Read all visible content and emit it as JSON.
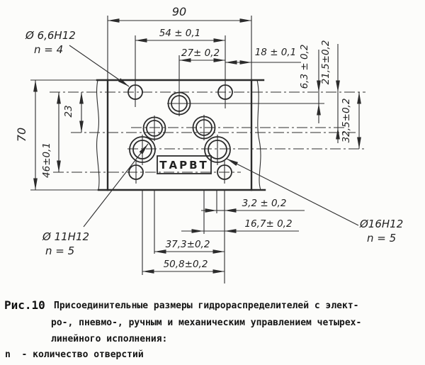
{
  "drawing": {
    "marking": "ТАРВТ",
    "labels": {
      "bolt_dia": "Ø 6,6H12",
      "bolt_n": "n = 4",
      "port11_dia": "Ø 11H12",
      "port11_n": "n = 5",
      "port16_dia": "Ø16H12",
      "port16_n": "n = 5"
    },
    "dims": {
      "d90": "90",
      "d54": "54 ± 0,1",
      "d27": "27± 0,2",
      "d18": "18 ± 0,1",
      "d70": "70",
      "d46": "46±0,1",
      "d23": "23",
      "d63": "6,3 ± 0,2",
      "d215": "21,5±0,2",
      "d325": "32,5±0,2",
      "d32": "3,2 ± 0,2",
      "d167": "16,7± 0,2",
      "d373": "37,3±0,2",
      "d508": "50,8±0,2"
    }
  },
  "caption": {
    "fig": "Рис.10",
    "line1": "Присоединительные размеры гидрораспределителей с элект-",
    "line2": "ро-, пневмо-, ручным и механическим управлением четырех-",
    "line3": "линейного исполнения:",
    "note": "n  - количество отверстий"
  }
}
